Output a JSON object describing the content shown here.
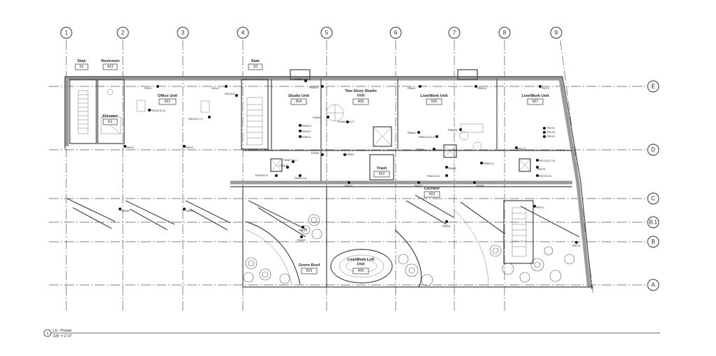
{
  "grid_columns": [
    "1",
    "2",
    "3",
    "4",
    "5",
    "6",
    "7",
    "8",
    "9"
  ],
  "grid_rows": [
    "E",
    "D",
    "C",
    "B.1",
    "B",
    "A"
  ],
  "rooms": [
    {
      "name": "Stair",
      "number": "S1"
    },
    {
      "name": "Restroom",
      "number": "423"
    },
    {
      "name": "Elevator",
      "number": "E1"
    },
    {
      "name": "Office Unit",
      "number": "501"
    },
    {
      "name": "Stair",
      "number": "S2"
    },
    {
      "name": "Studio Unit",
      "number": "504"
    },
    {
      "name": "Two Story Studio Unit",
      "number": "406"
    },
    {
      "name": "Live/Work Unit",
      "number": "506"
    },
    {
      "name": "Live/Work Unit",
      "number": "507"
    },
    {
      "name": "Trash",
      "number": "422"
    },
    {
      "name": "Corridor",
      "number": "502"
    },
    {
      "name": "Green Roof",
      "number": "503"
    },
    {
      "name": "Live/Work Loft Unit",
      "number": "405"
    }
  ],
  "circuits": [
    "P501/1",
    "P501/1",
    "P501/6,8",
    "P501/8,10,12",
    "P501/1",
    "P501/1",
    "P501/3,5,7,9",
    "P406/1",
    "P406/12",
    "P406/9",
    "P406/9",
    "P406/2,4",
    "P406/7,9,11",
    "P406/10",
    "P406/11",
    "P406/13",
    "P406/2,4,6",
    "P406/19,11",
    "P406/9",
    "P406/23,25,27",
    "P500/1",
    "P503/1",
    "P503/3",
    "P500/2",
    "P506/1",
    "P506/8",
    "P506/14",
    "P506/13,15,17",
    "P506/16",
    "P506/9",
    "P506/3",
    "P506/5",
    "P506/9,11",
    "P506/10,12",
    "P507/1",
    "P507/2",
    "P507/3",
    "P507/4",
    "P507/5",
    "P507/6",
    "P507/15,17,19",
    "P507/10,12",
    "P507/1",
    "P507/4",
    "P509/6",
    "P509/8",
    "P509/9"
  ],
  "view_title": {
    "name": "L5 - Power",
    "scale": "1/8\" = 1'-0\"",
    "number": "1"
  }
}
